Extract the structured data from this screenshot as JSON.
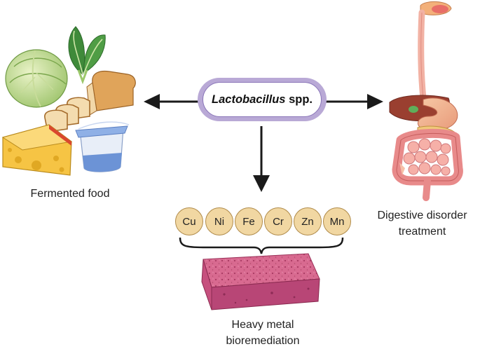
{
  "center": {
    "genus": "Lactobacillus",
    "suffix": "spp."
  },
  "outputs": {
    "left_label": "Fermented food",
    "right_label_line1": "Digestive disorder",
    "right_label_line2": "treatment",
    "bottom_label_line1": "Heavy metal",
    "bottom_label_line2": "bioremediation"
  },
  "metals": [
    "Cu",
    "Ni",
    "Fe",
    "Cr",
    "Zn",
    "Mn"
  ],
  "colors": {
    "pill_outer": "#b9a9d6",
    "pill_border": "#8a75b8",
    "metal_fill": "#f1d7a2",
    "sponge": "#d35c86",
    "arrow": "#1a1a1a"
  }
}
